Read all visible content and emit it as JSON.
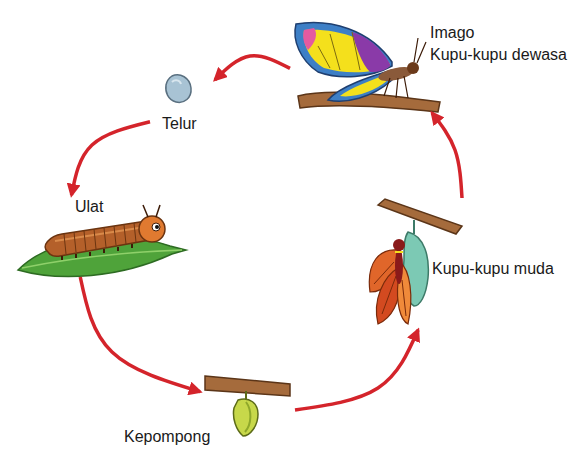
{
  "diagram": {
    "nodes": [
      {
        "text": [
          "Telur"
        ]
      },
      {
        "text": [
          "Ulat"
        ]
      },
      {
        "text": [
          "Kepompong"
        ]
      },
      {
        "text": [
          "Kupu-kupu muda"
        ]
      },
      {
        "text": [
          "Imago",
          "Kupu-kupu dewasa"
        ]
      }
    ],
    "edges": [
      {
        "from": 0,
        "to": 1,
        "arrow": "to"
      },
      {
        "from": 1,
        "to": 2,
        "arrow": "to"
      },
      {
        "from": 2,
        "to": 3,
        "arrow": "to"
      },
      {
        "from": 3,
        "to": 4,
        "arrow": "to"
      },
      {
        "from": 4,
        "to": 0,
        "arrow": "to"
      }
    ]
  }
}
